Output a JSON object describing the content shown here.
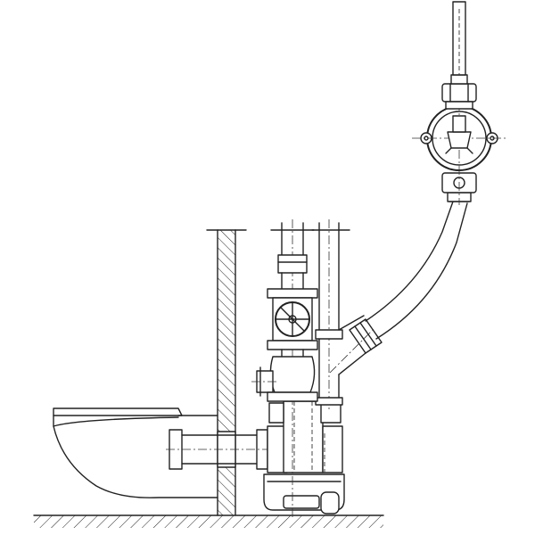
{
  "diagram": {
    "components": [
      {
        "id": "wall",
        "icon": "hatched-wall"
      },
      {
        "id": "floor",
        "icon": "hatched-floor"
      },
      {
        "id": "toilet-bowl",
        "icon": "toilet-bowl"
      },
      {
        "id": "outlet-pipe",
        "icon": "horizontal-pipe"
      },
      {
        "id": "macerator-pump",
        "icon": "pump-housing"
      },
      {
        "id": "gate-valve",
        "icon": "handwheel-valve"
      },
      {
        "id": "check-valve",
        "icon": "inline-valve"
      },
      {
        "id": "y-branch",
        "icon": "y-fitting"
      },
      {
        "id": "flexible-hose",
        "icon": "curved-hose"
      },
      {
        "id": "hand-pump",
        "icon": "diaphragm-pump"
      },
      {
        "id": "pump-handle",
        "icon": "lever-handle"
      },
      {
        "id": "vertical-riser",
        "icon": "vertical-pipe"
      }
    ],
    "stroke_color": "#222222",
    "background_color": "#ffffff"
  }
}
